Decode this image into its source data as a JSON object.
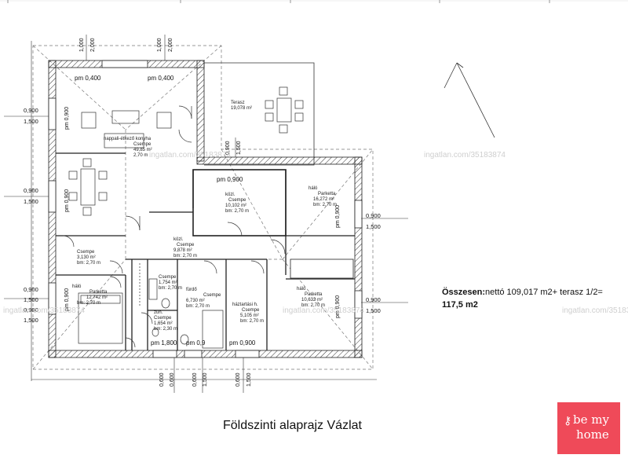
{
  "drawing": {
    "title": "Földszinti alaprajz Vázlat",
    "summary_label": "Összesen:",
    "summary_value": "nettó 109,017 m2+ terasz 1/2=",
    "summary_total": "117,5 m2",
    "watermark": "ingatlan.com/35183874"
  },
  "rooms": [
    {
      "id": "terasz",
      "name": "Terasz",
      "area": "19,078 m²"
    },
    {
      "id": "kitchen",
      "name": "nappali-étkező konyha",
      "floor": "Csempe",
      "area": "49,85 m²",
      "height": "2,70 m"
    },
    {
      "id": "kozl-top",
      "name": "közl.",
      "floor": "Csempe",
      "area": "10,102 m²",
      "height": "bm: 2,70 m"
    },
    {
      "id": "halo-top",
      "name": "háló",
      "floor": "Parketta",
      "area": "16,272 m²",
      "height": "bm: 2,70 m"
    },
    {
      "id": "kozl-mid",
      "name": "közl.",
      "floor": "Csempe",
      "area": "9,878 m²",
      "height": "bm: 2,70 m"
    },
    {
      "id": "entry",
      "name": "",
      "floor": "Csempe",
      "area": "3,130 m²",
      "height": "bm: 2,70 m"
    },
    {
      "id": "halo-left",
      "name": "háló",
      "floor": "Parketta",
      "area": "12,742 m²",
      "height": "bm: 2,70 m"
    },
    {
      "id": "wc",
      "name": "",
      "floor": "Csempe",
      "area": "1,754 m²",
      "height": "bm: 2,70 m"
    },
    {
      "id": "zuh",
      "name": "zuh.",
      "floor": "Csempe",
      "area": "1,654 m²",
      "height": "bm: 2,30 m"
    },
    {
      "id": "furdo",
      "name": "fürdő",
      "floor": "Csempe",
      "area": "6,730 m²",
      "height": "bm: 2,70 m"
    },
    {
      "id": "haztartasi",
      "name": "háztartási h.",
      "floor": "Csempe",
      "area": "5,105 m²",
      "height": "bm: 2,70 m"
    },
    {
      "id": "halo-right",
      "name": "háló",
      "floor": "Parketta",
      "area": "10,632 m²",
      "height": "bm: 2,70 m"
    }
  ],
  "sills": {
    "pm_400": "pm 0,400",
    "pm_900": "pm 0,900",
    "pm_1800": "pm 1,800",
    "pm_09": "pm 0,9"
  },
  "dims": {
    "d0900": "0,900",
    "d1500": "1,500",
    "d1000": "1,000",
    "d2000": "2,000",
    "d0600": "0,600"
  },
  "logo": {
    "line1": "be my",
    "line2": "home"
  }
}
